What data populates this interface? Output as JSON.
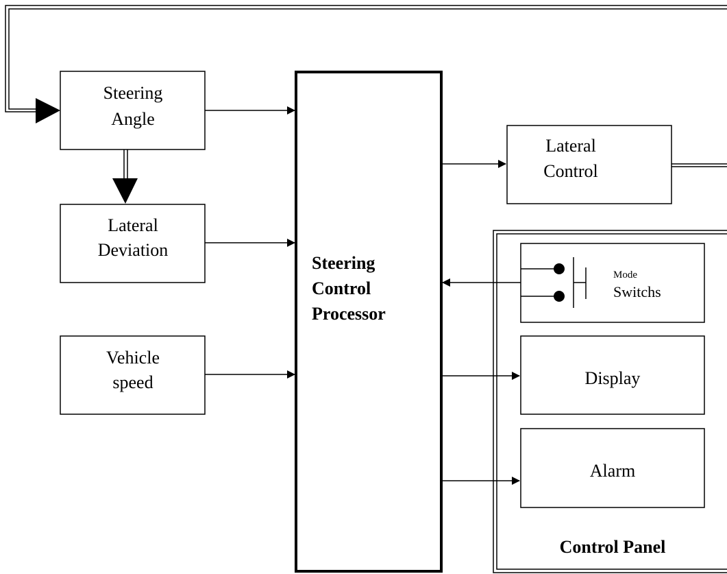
{
  "blocks": {
    "steering_angle": [
      "Steering",
      "Angle"
    ],
    "lateral_deviation": [
      "Lateral",
      "Deviation"
    ],
    "vehicle_speed": [
      "Vehicle",
      "speed"
    ],
    "processor": [
      "Steering",
      "Control",
      "Processor"
    ],
    "lateral_control": [
      "Lateral",
      "Control"
    ],
    "mode_switch_small": "Mode",
    "mode_switch_large": "Switchs",
    "display": "Display",
    "alarm": "Alarm",
    "control_panel": "Control Panel"
  }
}
